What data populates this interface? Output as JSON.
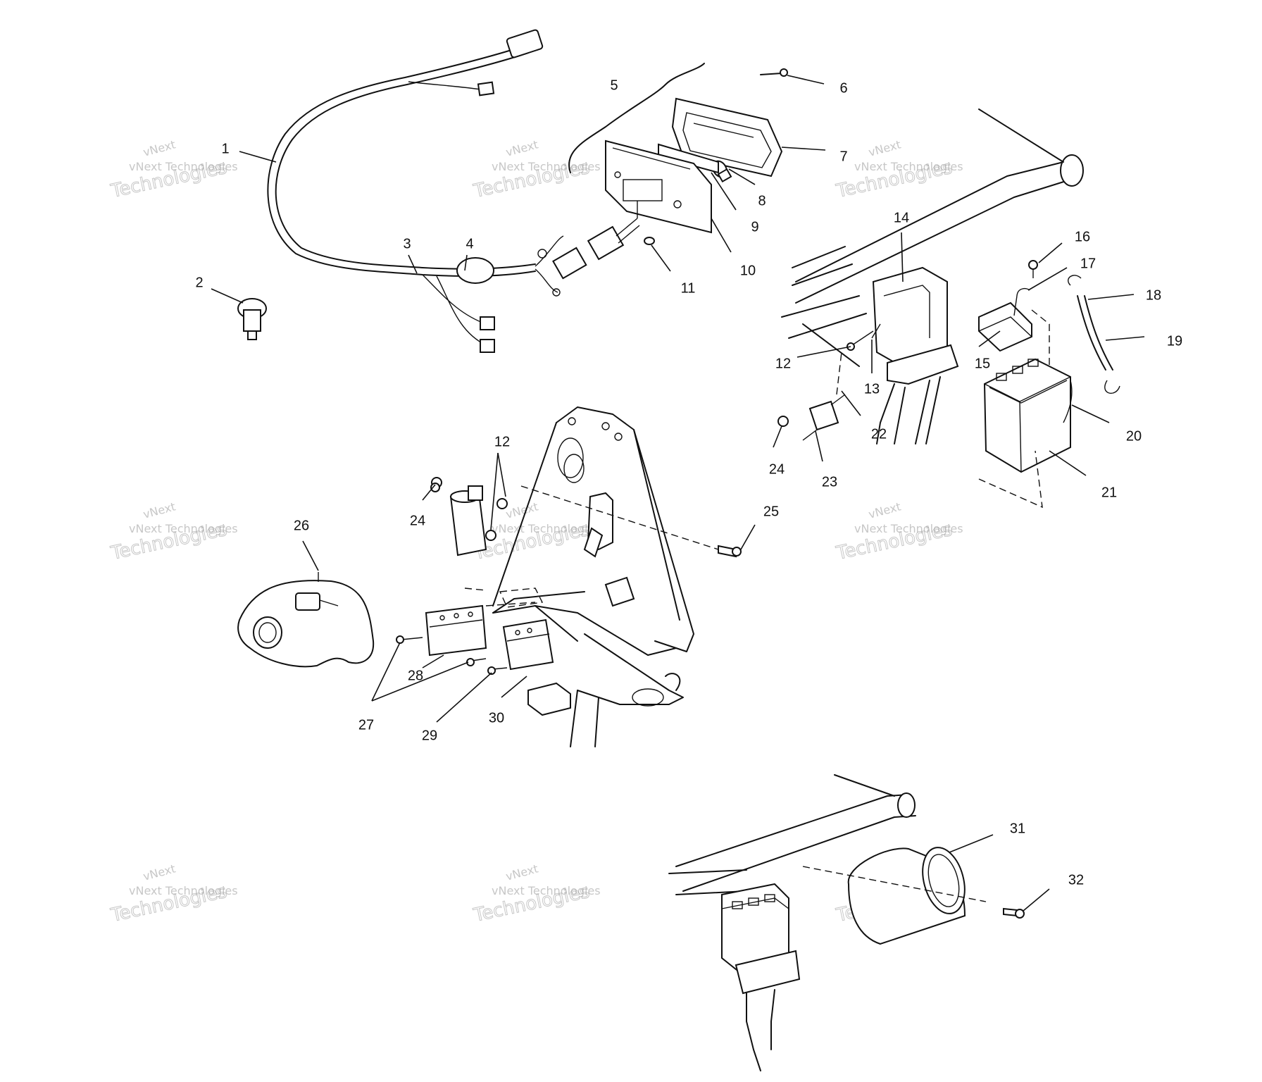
{
  "watermark": {
    "line1": "vNext",
    "line2": "vNext Technologies",
    "line3": "Technologies"
  },
  "callouts": [
    {
      "id": "1",
      "text": "1"
    },
    {
      "id": "2",
      "text": "2"
    },
    {
      "id": "3",
      "text": "3"
    },
    {
      "id": "4",
      "text": "4"
    },
    {
      "id": "5",
      "text": "5"
    },
    {
      "id": "6",
      "text": "6"
    },
    {
      "id": "7",
      "text": "7"
    },
    {
      "id": "8",
      "text": "8"
    },
    {
      "id": "9",
      "text": "9"
    },
    {
      "id": "10",
      "text": "10"
    },
    {
      "id": "11",
      "text": "11"
    },
    {
      "id": "12a",
      "text": "12"
    },
    {
      "id": "12b",
      "text": "12"
    },
    {
      "id": "13",
      "text": "13"
    },
    {
      "id": "14",
      "text": "14"
    },
    {
      "id": "15",
      "text": "15"
    },
    {
      "id": "16",
      "text": "16"
    },
    {
      "id": "17",
      "text": "17"
    },
    {
      "id": "18",
      "text": "18"
    },
    {
      "id": "19",
      "text": "19"
    },
    {
      "id": "20",
      "text": "20"
    },
    {
      "id": "21",
      "text": "21"
    },
    {
      "id": "22",
      "text": "22"
    },
    {
      "id": "23",
      "text": "23"
    },
    {
      "id": "24a",
      "text": "24"
    },
    {
      "id": "24b",
      "text": "24"
    },
    {
      "id": "25",
      "text": "25"
    },
    {
      "id": "26",
      "text": "26"
    },
    {
      "id": "27",
      "text": "27"
    },
    {
      "id": "28",
      "text": "28"
    },
    {
      "id": "29",
      "text": "29"
    },
    {
      "id": "30",
      "text": "30"
    },
    {
      "id": "31",
      "text": "31"
    },
    {
      "id": "32",
      "text": "32"
    }
  ]
}
